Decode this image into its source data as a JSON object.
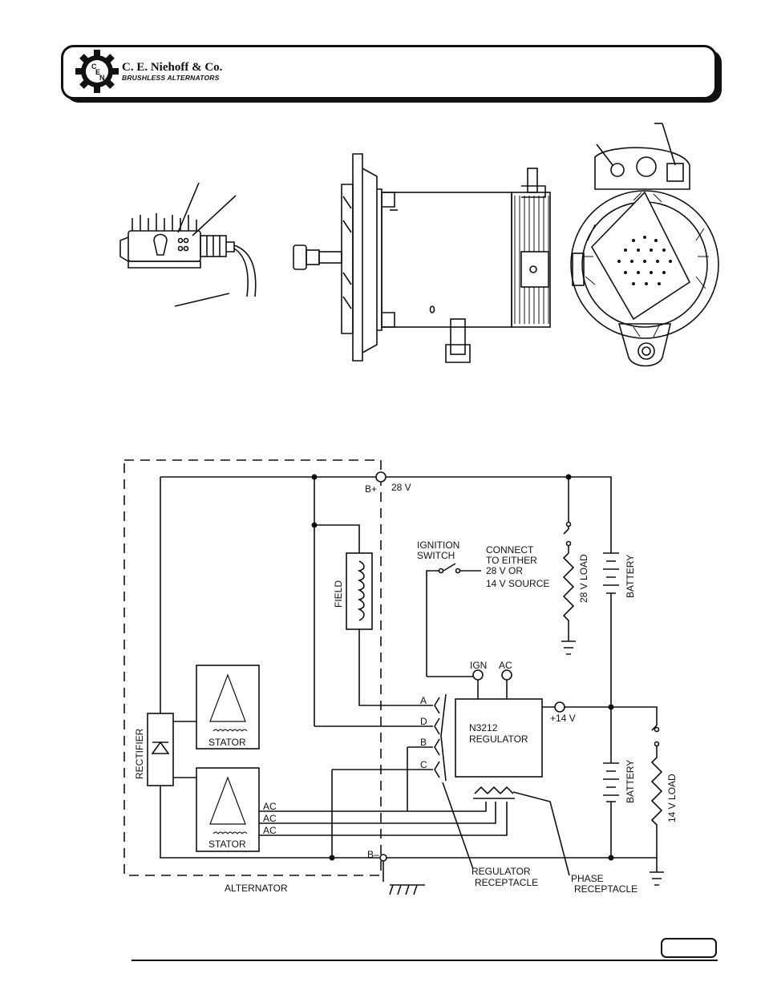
{
  "header": {
    "company": "C. E. Niehoff & Co.",
    "tagline": "BRUSHLESS ALTERNATORS",
    "logo_letters": {
      "c": "C",
      "e": "E",
      "n": "N"
    }
  },
  "schematic": {
    "alternator": "ALTERNATOR",
    "b_plus": "B+",
    "b_minus": "B–",
    "v28": "28 V",
    "v14": "+14 V",
    "field": "FIELD",
    "rectifier": "RECTIFIER",
    "stator_1": "STATOR",
    "stator_2": "STATOR",
    "ignition_switch_1": "IGNITION",
    "ignition_switch_2": "SWITCH",
    "connect_1": "CONNECT",
    "connect_2": "TO EITHER",
    "connect_3": "28 V OR",
    "connect_4": "14 V SOURCE",
    "load_28": "28 V LOAD",
    "load_14": "14 V LOAD",
    "battery_1": "BATTERY",
    "battery_2": "BATTERY",
    "ign": "IGN",
    "ac_terminal": "AC",
    "regulator_1": "N3212",
    "regulator_2": "REGULATOR",
    "pin_a": "A",
    "pin_d": "D",
    "pin_b": "B",
    "pin_c": "C",
    "ac_1": "AC",
    "ac_2": "AC",
    "ac_3": "AC",
    "reg_receptacle_1": "REGULATOR",
    "reg_receptacle_2": "RECEPTACLE",
    "phase_receptacle_1": "PHASE",
    "phase_receptacle_2": "RECEPTACLE"
  }
}
